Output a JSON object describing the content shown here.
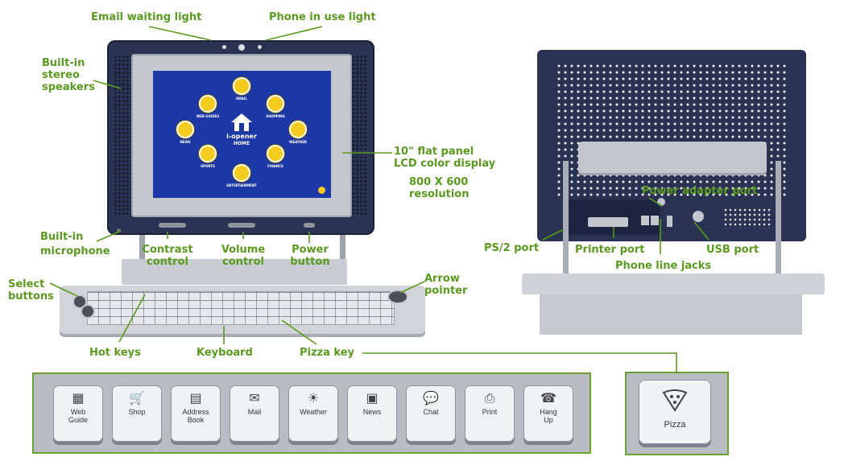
{
  "labels": {
    "email_light": "Email waiting light",
    "phone_light": "Phone in use light",
    "speakers": [
      "Built-in",
      "stereo",
      "speakers"
    ],
    "display": [
      "10\" flat panel",
      "LCD color display"
    ],
    "resolution": [
      "800 X 600",
      "resolution"
    ],
    "microphone": [
      "Built-in",
      "microphone"
    ],
    "contrast": [
      "Contrast",
      "control"
    ],
    "volume": [
      "Volume",
      "control"
    ],
    "power": [
      "Power",
      "button"
    ],
    "select": [
      "Select",
      "buttons"
    ],
    "arrow": [
      "Arrow",
      "pointer"
    ],
    "hot_keys": "Hot keys",
    "keyboard": "Keyboard",
    "pizza_key": "Pizza key",
    "power_adapter": "Power adapter port",
    "ps2": "PS/2 port",
    "printer": "Printer port",
    "usb": "USB port",
    "phone_jacks": "Phone line jacks"
  },
  "screen": {
    "brand": "i-opener",
    "home": "HOME",
    "icons": [
      "EMAIL",
      "SHOPPING",
      "WEATHER",
      "FINANCE",
      "ENTERTAINMENT",
      "SPORTS",
      "NEWS",
      "WEB GUIDES"
    ]
  },
  "hotkeys": [
    {
      "icon": "web-guide-icon",
      "glyph": "▦",
      "label": [
        "Web",
        "Guide"
      ]
    },
    {
      "icon": "shop-icon",
      "glyph": "🛒",
      "label": [
        "Shop"
      ]
    },
    {
      "icon": "address-book-icon",
      "glyph": "▤",
      "label": [
        "Address",
        "Book"
      ]
    },
    {
      "icon": "mail-icon",
      "glyph": "✉",
      "label": [
        "Mail"
      ]
    },
    {
      "icon": "weather-icon",
      "glyph": "☀",
      "label": [
        "Weather"
      ]
    },
    {
      "icon": "news-icon",
      "glyph": "▣",
      "label": [
        "News"
      ]
    },
    {
      "icon": "chat-icon",
      "glyph": "💬",
      "label": [
        "Chat"
      ]
    },
    {
      "icon": "print-icon",
      "glyph": "⎙",
      "label": [
        "Print"
      ]
    },
    {
      "icon": "hang-up-icon",
      "glyph": "☎",
      "label": [
        "Hang",
        "Up"
      ]
    }
  ],
  "pizza": {
    "icon": "pizza-icon",
    "label": "Pizza"
  },
  "colors": {
    "label_green": "#5a9a1e",
    "device_navy": "#2a3352",
    "screen_blue": "#1c38a6",
    "icon_yellow": "#f5cb20"
  }
}
